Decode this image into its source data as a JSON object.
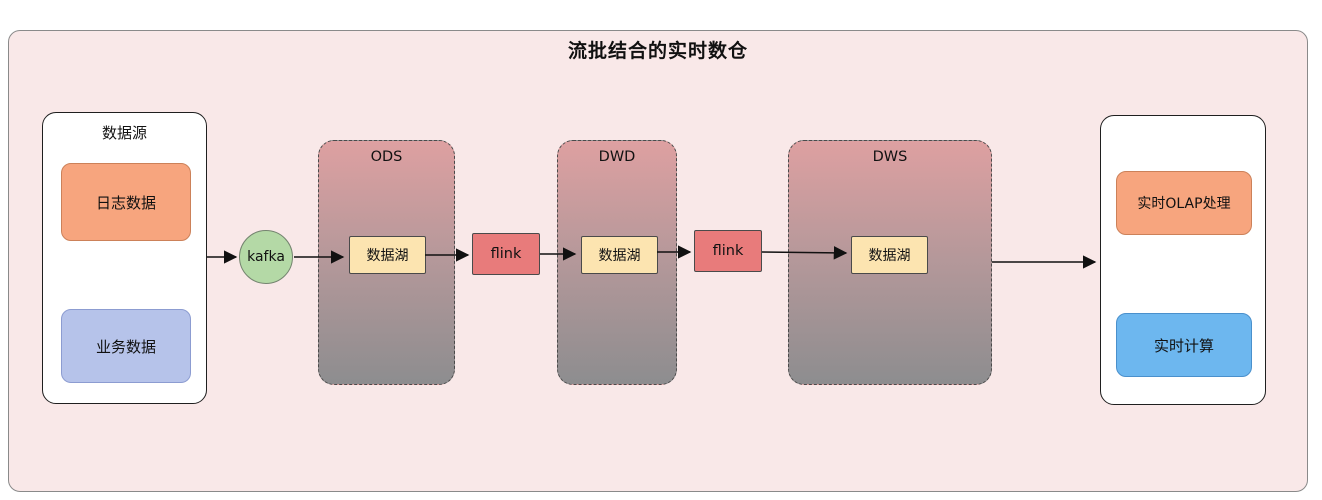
{
  "title": "流批结合的实时数仓",
  "source": {
    "label": "数据源",
    "items": [
      {
        "label": "日志数据"
      },
      {
        "label": "业务数据"
      }
    ]
  },
  "kafka": {
    "label": "kafka"
  },
  "stages": [
    {
      "label": "ODS",
      "box_label": "数据湖"
    },
    {
      "label": "DWD",
      "box_label": "数据湖"
    },
    {
      "label": "DWS",
      "box_label": "数据湖"
    }
  ],
  "flink": [
    {
      "label": "flink"
    },
    {
      "label": "flink"
    }
  ],
  "output": {
    "items": [
      {
        "label": "实时OLAP处理"
      },
      {
        "label": "实时计算"
      }
    ]
  },
  "colors": {
    "panel_bg": "#f9e8e8",
    "log_data": "#f7a57e",
    "business_data": "#b6c3ea",
    "kafka": "#b4d9a6",
    "stage_gradient_top": "#dea0a1",
    "stage_gradient_bottom": "#8d8d8f",
    "data_lake": "#fce4b0",
    "flink": "#e87b7b",
    "olap": "#f7a57e",
    "realtime_compute": "#6db7ef"
  }
}
